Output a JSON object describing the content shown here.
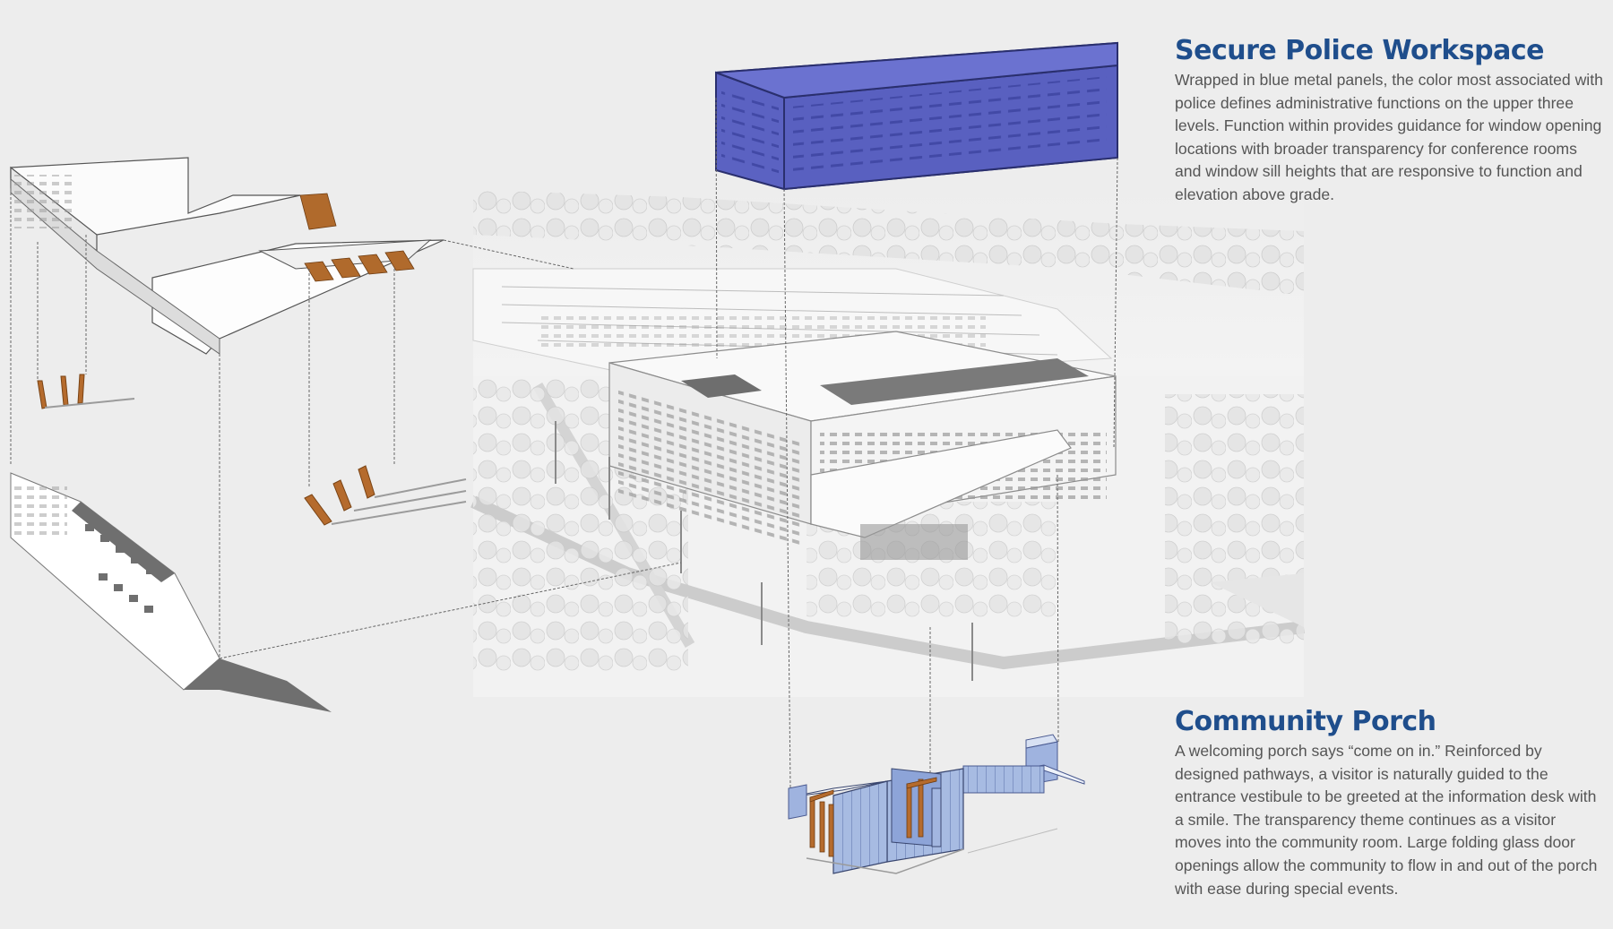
{
  "colors": {
    "background": "#ededed",
    "heading": "#1f4e8c",
    "body_text": "#555555",
    "blue_panel": "#5a62c4",
    "glass": "#9bb0dd",
    "timber": "#b46a2c"
  },
  "secure_workspace": {
    "title": "Secure Police Workspace",
    "body": "Wrapped in blue metal panels, the color most associated with police defines administrative functions on the upper three levels.  Function within provides guidance for window opening locations with broader transparency for conference rooms and window sill heights that are responsive to function and elevation above grade."
  },
  "community_porch": {
    "title": "Community Porch",
    "body": "A welcoming porch says “come on in.”  Reinforced by designed pathways, a visitor is naturally guided to the entrance vestibule to be greeted at the information desk with a smile.  The transparency theme continues as a visitor moves into the community room.  Large folding glass door openings allow the community to flow in and out of the porch with ease during special events."
  }
}
